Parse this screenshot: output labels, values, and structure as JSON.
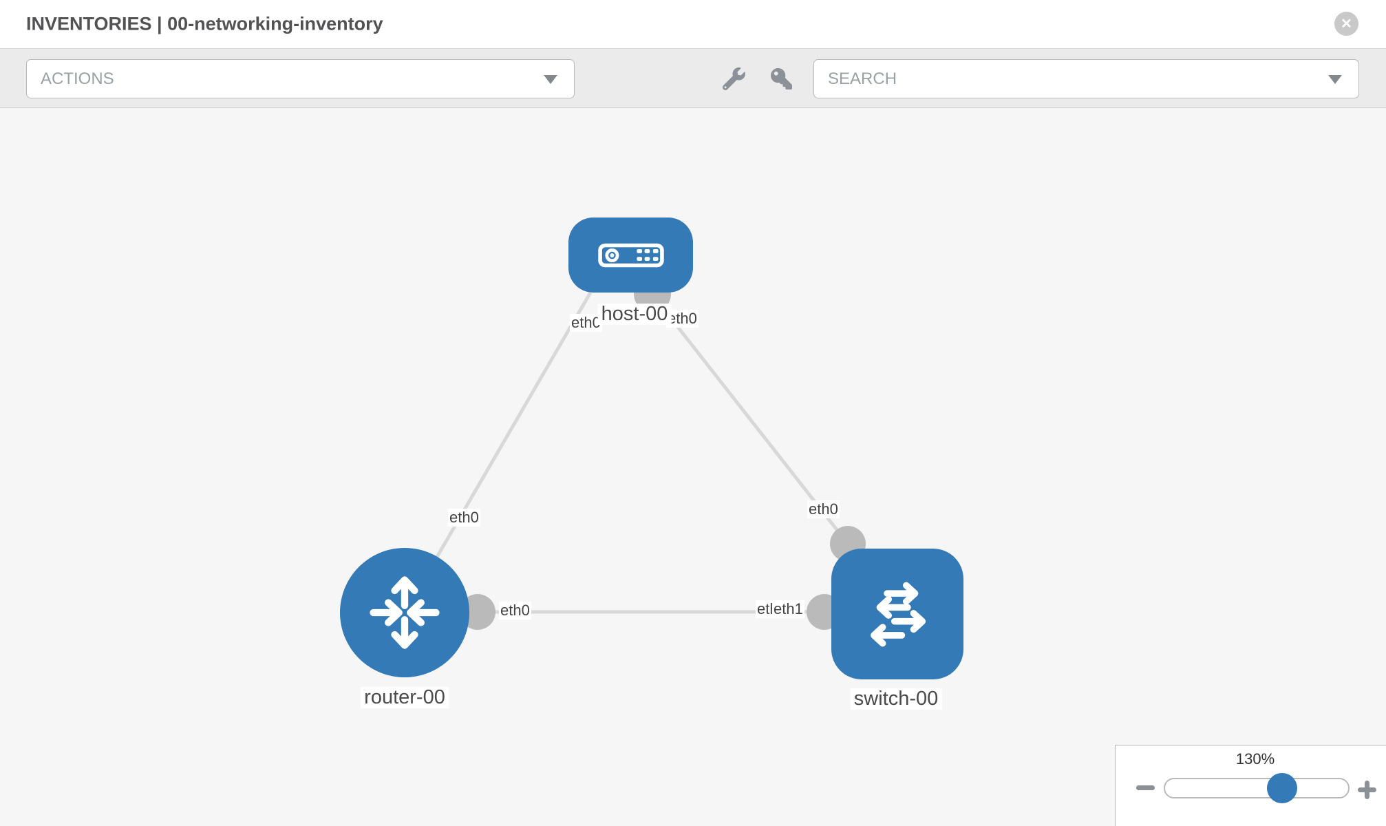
{
  "header": {
    "title": "INVENTORIES | 00-networking-inventory",
    "close_icon": "circle-x-icon"
  },
  "toolbar": {
    "actions_dropdown": {
      "label": "ACTIONS",
      "caret_icon": "caret-down-icon"
    },
    "tools": [
      {
        "icon": "wrench-icon"
      },
      {
        "icon": "key-icon"
      }
    ],
    "search_dropdown": {
      "label": "SEARCH",
      "caret_icon": "caret-down-icon"
    }
  },
  "canvas": {
    "nodes": [
      {
        "id": "host-00",
        "label": "host-00",
        "type": "host",
        "icon": "server-icon",
        "shape": "rounded-rect"
      },
      {
        "id": "router-00",
        "label": "router-00",
        "type": "router",
        "icon": "router-arrows-icon",
        "shape": "circle"
      },
      {
        "id": "switch-00",
        "label": "switch-00",
        "type": "switch",
        "icon": "switch-arrows-icon",
        "shape": "rounded-square"
      }
    ],
    "links": [
      {
        "from": "host-00",
        "from_interface": "eth0",
        "to": "router-00",
        "to_interface": "eth0"
      },
      {
        "from": "host-00",
        "from_interface": "eth0",
        "to": "switch-00",
        "to_interface": "eth0"
      },
      {
        "from": "router-00",
        "from_interface": "eth0",
        "to": "switch-00",
        "to_interface": "eth1"
      }
    ],
    "interface_labels": [
      {
        "text": "eth0",
        "at": "host-00 side of host-router link"
      },
      {
        "text": "eth0",
        "at": "host-00 side of host-switch link"
      },
      {
        "text": "eth0",
        "at": "router-00 side of host-router link"
      },
      {
        "text": "eth0",
        "at": "switch-00 side of host-switch link"
      },
      {
        "text": "eth0",
        "at": "router-00 side of router-switch link"
      },
      {
        "text": "eth1",
        "at": "switch-00 side of router-switch link (partially hidden behind overlapping label)"
      },
      {
        "text": "eth1",
        "at": "switch-00 side of router-switch link (front overlapping label)"
      }
    ]
  },
  "zoom_control": {
    "level": "130%",
    "slider_position_pct": 64,
    "minus_icon": "minus-icon",
    "plus_icon": "plus-icon"
  },
  "colors": {
    "node_blue": "#337ab7",
    "link_gray": "#d8d8d8",
    "connector_gray": "#bababa",
    "toolbar_bg": "#ebebeb",
    "canvas_bg": "#f6f6f6",
    "icon_gray": "#8b9196"
  }
}
